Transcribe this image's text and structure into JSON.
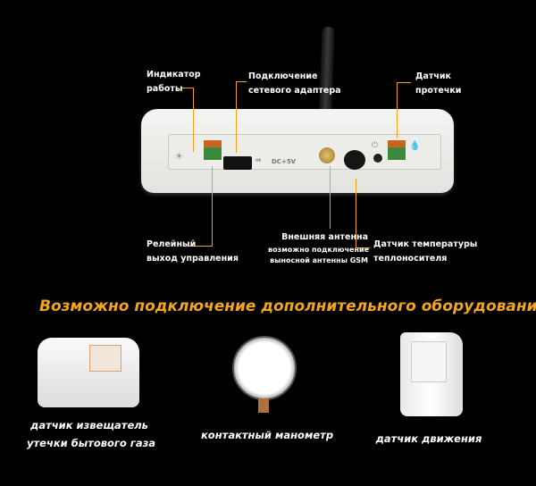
{
  "labels": {
    "indicator": [
      "Индикатор",
      "работы"
    ],
    "adapter": [
      "Подключение",
      "сетевого адаптера"
    ],
    "leak": [
      "Датчик",
      "протечки"
    ],
    "relay": [
      "Релейный",
      "выход управления"
    ],
    "antenna": {
      "title": "Внешняя антенна",
      "note": [
        "возможно подключение",
        "выносной антенны GSM"
      ]
    },
    "temperature": [
      "Датчик температуры",
      "теплоносителя"
    ]
  },
  "device": {
    "power_port_label": "DC+5V"
  },
  "heading": "Возможно подключение дополнительного оборудования",
  "products": [
    {
      "caption": [
        "датчик извещатель",
        "утечки бытового газа"
      ]
    },
    {
      "caption": [
        "контактный манометр"
      ]
    },
    {
      "caption": [
        "датчик движения"
      ]
    }
  ],
  "colors": {
    "accent": "#f2a21a",
    "background": "#000000"
  }
}
